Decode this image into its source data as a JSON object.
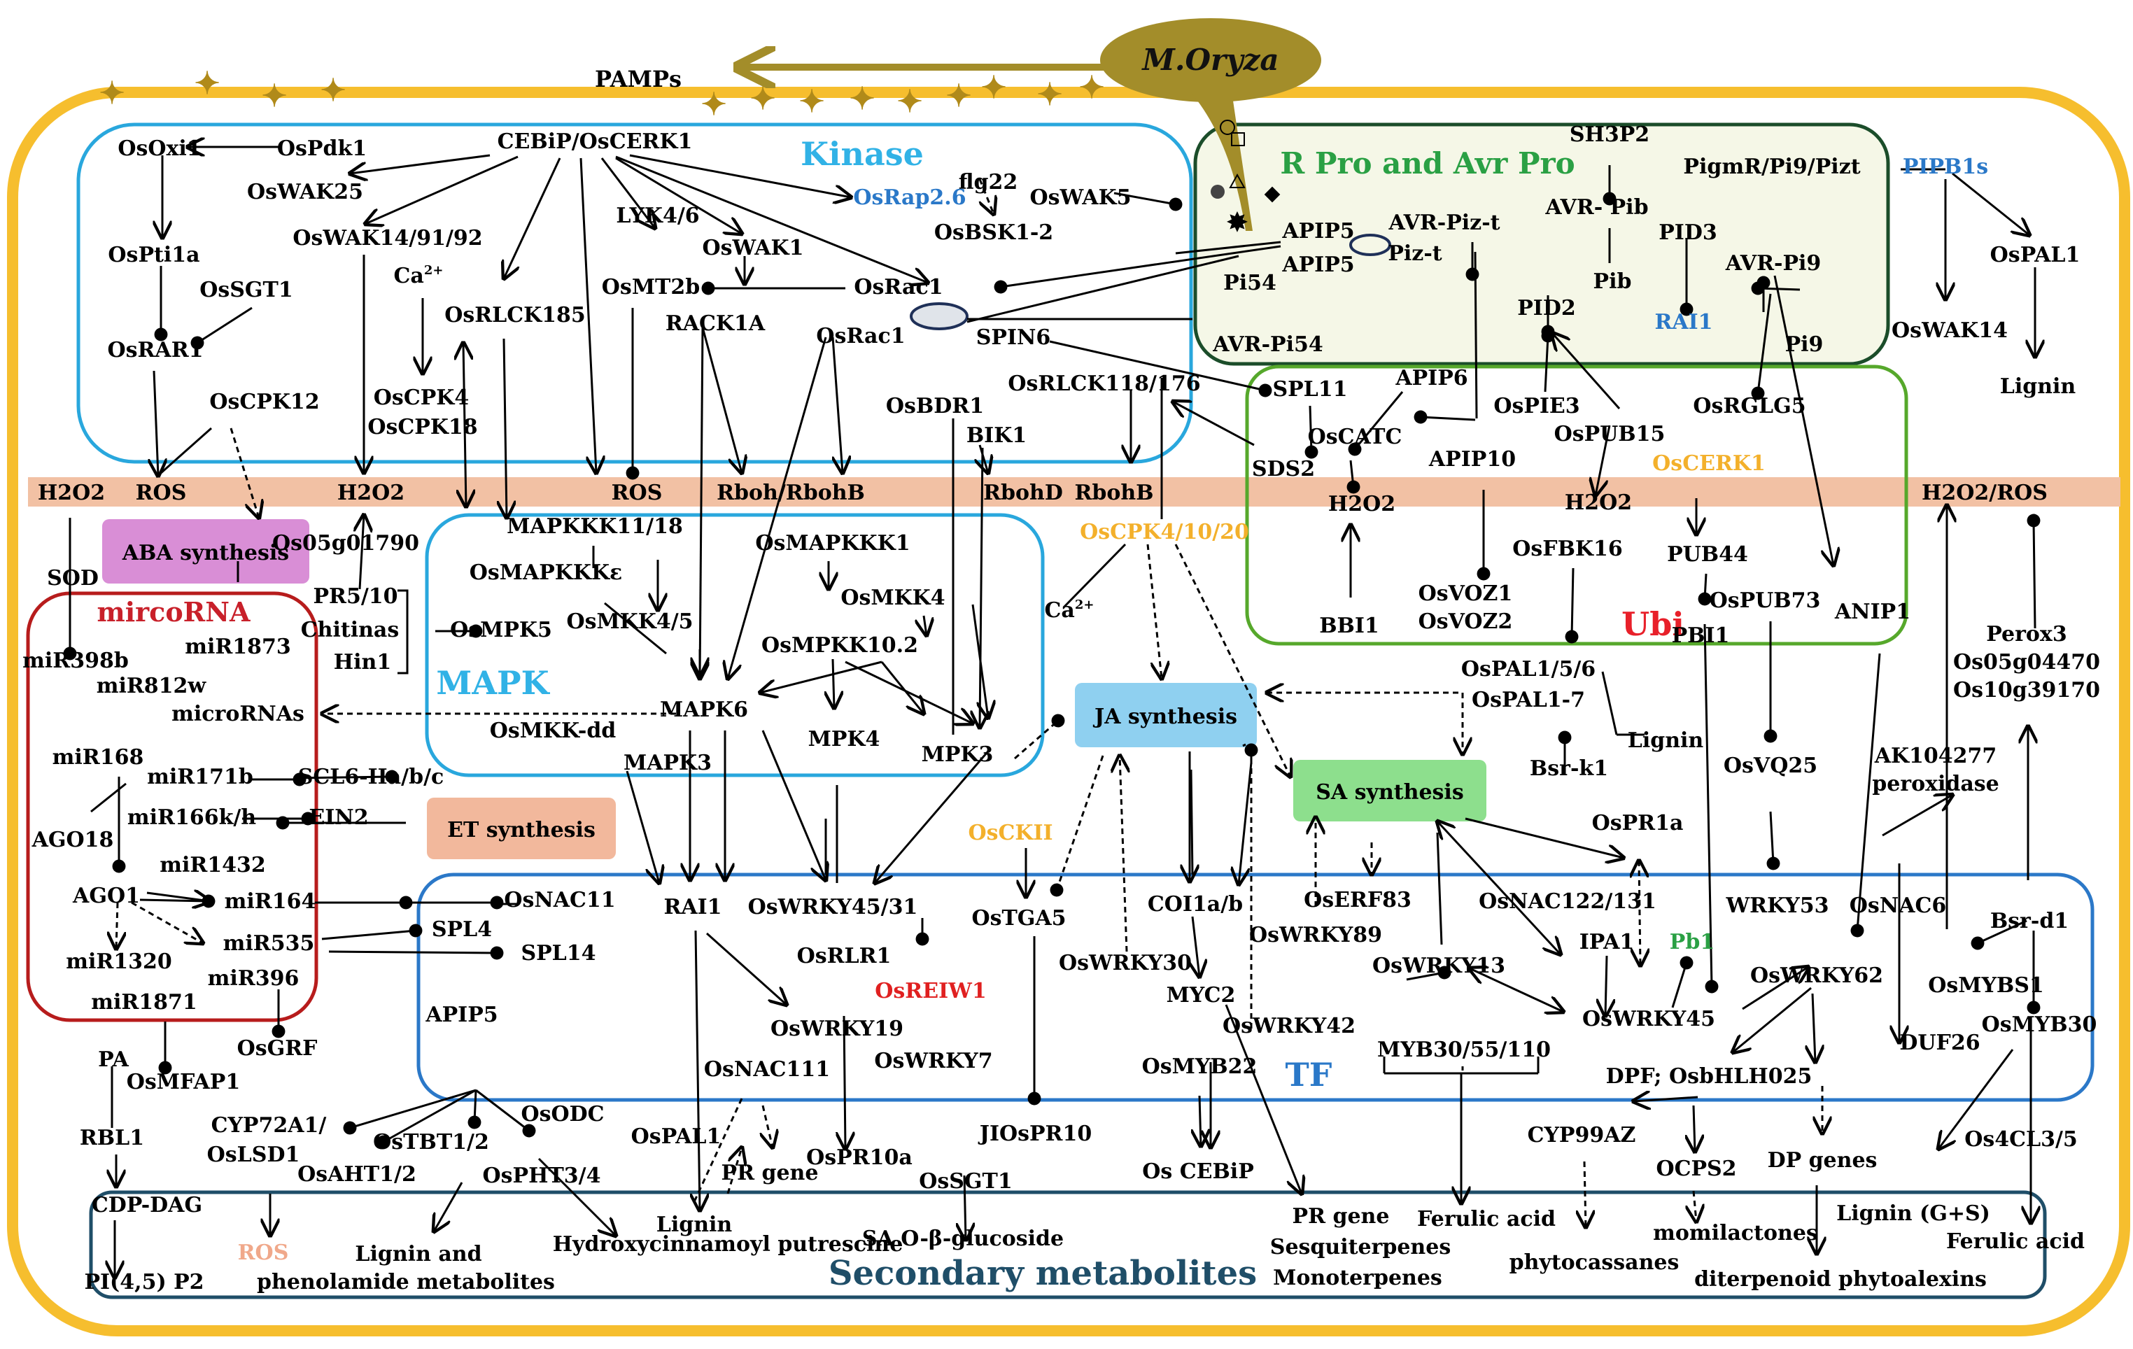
{
  "pathogen": {
    "name": "M.Oryza",
    "pamps": "PAMPs"
  },
  "regions": {
    "kinase": "Kinase",
    "rpro": "R Pro and Avr Pro",
    "ubi": "Ubi",
    "mapk": "MAPK",
    "microrna": "mircoRNA",
    "tf": "TF",
    "secondary": "Secondary metabolites"
  },
  "syntheses": {
    "aba": "ABA synthesis",
    "ja": "JA synthesis",
    "sa": "SA synthesis",
    "et": "ET synthesis"
  },
  "membrane": {
    "h2o2_left": "H2O2",
    "ros_1": "ROS",
    "h2o2_2": "H2O2",
    "ros_2": "ROS",
    "rboh": "Rboh/RbohB",
    "rbohd": "RbohD",
    "rbohb": "RbohB",
    "oscerk1_membrane": "OsCERK1",
    "h2o2_ros": "H2O2/ROS"
  },
  "kinase_nodes": {
    "osoxi1": "OsOxi1",
    "ospdk1": "OsPdk1",
    "cebip": "CEBiP/OsCERK1",
    "flg22": "flg22",
    "oswak25": "OsWAK25",
    "ospti1a": "OsPti1a",
    "oswak14": "OsWAK14/91/92",
    "lyk46": "LYK4/6",
    "osrap": "OsRap2.6",
    "oswak5": "OsWAK5",
    "oswak1": "OsWAK1",
    "osbsk": "OsBSK1-2",
    "ossgt1": "OsSGT1",
    "ca_top": "Ca",
    "osmt2b": "OsMT2b",
    "osrac1_top": "OsRac1",
    "osrar1": "OsRAR1",
    "osrlck185": "OsRLCK185",
    "rack1a": "RACK1A",
    "osrac1_mid": "OsRac1",
    "spin6": "SPIN6",
    "oscpk12": "OsCPK12",
    "oscpk4": "OsCPK4",
    "oscpk18": "OsCPK18",
    "osbdr1": "OsBDR1",
    "osrlck118": "OsRLCK118/176",
    "bik1": "BIK1"
  },
  "rpro_nodes": {
    "sh3p2": "SH3P2",
    "pigmr": "PigmR/Pi9/Pizt",
    "pipb1s": "PIPB1s",
    "avr_pib": "AVR- Pib",
    "apip5_a": "APIP5",
    "avr_pizt": "AVR-Piz-t",
    "apip5_b": "APIP5",
    "pizt": "Piz-t",
    "pid3": "PID3",
    "avr_pi9": "AVR-Pi9",
    "pib": "Pib",
    "pi54": "Pi54",
    "rai1_r": "RAI1",
    "pid2": "PID2",
    "avr_pi54": "AVR-Pi54",
    "pi9": "Pi9",
    "ospal1_r": "OsPAL1",
    "oswak14_r": "OsWAK14",
    "lignin_r": "Lignin"
  },
  "ubi_nodes": {
    "spl11": "SPL11",
    "apip6": "APIP6",
    "ospie3": "OsPIE3",
    "osrglg5": "OsRGLG5",
    "oscatc": "OsCATC",
    "ospub15": "OsPUB15",
    "sds2": "SDS2",
    "apip10": "APIP10",
    "h2o2_u1": "H2O2",
    "h2o2_u2": "H2O2",
    "osfbk16": "OsFBK16",
    "pub44": "PUB44",
    "ospub73": "OsPUB73",
    "osvoz1": "OsVOZ1",
    "osvoz2": "OsVOZ2",
    "bbi1": "BBI1",
    "pbi1": "PBI1",
    "anip1": "ANIP1"
  },
  "mid_nodes": {
    "oscpk4_10_20": "OsCPK4/10/20",
    "ca_mid": "Ca",
    "ospal156": "OsPAL1/5/6",
    "ospal17": "OsPAL1-7",
    "lignin_mid": "Lignin",
    "bsrk1": "Bsr-k1",
    "osvq25": "OsVQ25",
    "ospr1a": "OsPR1a",
    "perox3": "Perox3",
    "os05g04470": "Os05g04470",
    "os10g39170": "Os10g39170",
    "ak104277": "AK104277",
    "peroxidase": "peroxidase",
    "osckii": "OsCKII"
  },
  "mapk_nodes": {
    "mapkkk11": "MAPKKK11/18",
    "osmapkkke": "OsMAPKKKε",
    "osmapkkk1": "OsMAPKKK1",
    "osmkk4": "OsMKK4",
    "osmkk45": "OsMKK4/5",
    "osmpkk10": "OsMPKK10.2",
    "osmpk5": "OsMPK5",
    "mapk6": "MAPK6",
    "osmkkdd": "OsMKK-dd",
    "mpk4": "MPK4",
    "mpk3": "MPK3",
    "mapk3": "MAPK3",
    "os05g01790": "Os05g01790"
  },
  "mirna_nodes": {
    "sod": "SOD",
    "pr510": "PR5/10",
    "chitinas": "Chitinas",
    "hin1": "Hin1",
    "mir1873": "miR1873",
    "mir398b": "miR398b",
    "mir812w": "miR812w",
    "micrornas": "microRNAs",
    "mir168": "miR168",
    "mir171b": "miR171b",
    "scl6": "SCL6-IIa/b/c",
    "ago18": "AGO18",
    "mir166": "miR166k/h",
    "ein2": "EIN2",
    "mir1432": "miR1432",
    "ago1": "AGO1",
    "mir164": "miR164",
    "mir535": "miR535",
    "mir1320": "miR1320",
    "mir396": "miR396",
    "mir1871": "miR1871",
    "osgrf": "OsGRF",
    "spl4": "SPL4",
    "spl14": "SPL14"
  },
  "tf_nodes": {
    "osnac11": "OsNAC11",
    "oserf83": "OsERF83",
    "osnac122": "OsNAC122/131",
    "wrky53": "WRKY53",
    "osnac6": "OsNAC6",
    "rai1": "RAI1",
    "oswrky4531": "OsWRKY45/31",
    "ostga5": "OsTGA5",
    "coi1": "COI1a/b",
    "oswrky89": "OsWRKY89",
    "ipa1": "IPA1",
    "pb1": "Pb1",
    "oswrky62": "OsWRKY62",
    "bsrd1": "Bsr-d1",
    "osrlr1": "OsRLR1",
    "osreiw1": "OsREIW1",
    "oswrky30": "OsWRKY30",
    "myc2": "MYC2",
    "oswrky13": "OsWRKY13",
    "osmybs1": "OsMYBS1",
    "oswrky42": "OsWRKY42",
    "oswrky45": "OsWRKY45",
    "oswrky19": "OsWRKY19",
    "apip5_tf": "APIP5",
    "osnac111": "OsNAC111",
    "oswrky7": "OsWRKY7",
    "osmyb22": "OsMYB22",
    "myb30": "MYB30/55/110",
    "duf26": "DUF26",
    "osmyb30": "OsMYB30",
    "pa": "PA",
    "osmfap1": "OsMFAP1",
    "dpf": "DPF; OsbHLH025"
  },
  "lower_nodes": {
    "rbl1": "RBL1",
    "cyp72a1": "CYP72A1/",
    "oslsd1": "OsLSD1",
    "ostbt12": "OsTBT1/2",
    "osodc": "OsODC",
    "osaht12": "OsAHT1/2",
    "ospht34": "OsPHT3/4",
    "ospal1": "OsPAL1",
    "pr_gene": "PR gene",
    "ospr10a": "OsPR10a",
    "jiospr10": "JIOsPR10",
    "ossgt1_low": "OsSGT1",
    "oscebip": "Os CEBiP",
    "cyp99az": "CYP99AZ",
    "ocps2": "OCPS2",
    "dp_genes": "DP genes",
    "os4cl35": "Os4CL3/5"
  },
  "secondary_nodes": {
    "cdp_dag": "CDP-DAG",
    "pi45p2": "PI(4,5) P2",
    "ros_sec": "ROS",
    "lignin_and": "Lignin and",
    "phenolamide": "phenolamide metabolites",
    "lignin_sec": "Lignin",
    "hydroxy": "Hydroxycinnamoyl putrescine",
    "sa_glu": "SA O-β-glucoside",
    "pr_gene_sec": "PR gene",
    "sesqui": "Sesquiterpenes",
    "mono": "Monoterpenes",
    "ferulic": "Ferulic acid",
    "phyto": "phytocassanes",
    "momil": "momilactones",
    "lignin_gs": "Lignin (G+S)",
    "ferulic2": "Ferulic acid",
    "diterp": "diterpenoid phytoalexins"
  },
  "colors": {
    "cell_border": "#f6be2e",
    "pathogen": "#a38d2a",
    "kinase_border": "#29a7dd",
    "rpro_border": "#1b4d2a",
    "rpro_fill": "#f5f7e7",
    "ubi_border": "#56a82b",
    "mapk_border": "#29a7dd",
    "mirna_border": "#b71c1c",
    "tf_border": "#2b78c8",
    "secondary_border": "#1f4e68",
    "membrane": "#f2c1a4",
    "aba_fill": "#d98ed6",
    "ja_fill": "#8fd0f0",
    "sa_fill": "#8ddf8d",
    "et_fill": "#f2b89c",
    "kinase_title": "#31b2e6",
    "rpro_title": "#2aa044",
    "ubi_title": "#e8202a",
    "mirna_title": "#c8202a",
    "highlight_blue": "#2a78c8",
    "highlight_orange": "#f3b02b",
    "highlight_red": "#e02020",
    "highlight_green": "#2aa044",
    "secondary_title": "#1f4e68",
    "ros_pink": "#f0a88a"
  }
}
